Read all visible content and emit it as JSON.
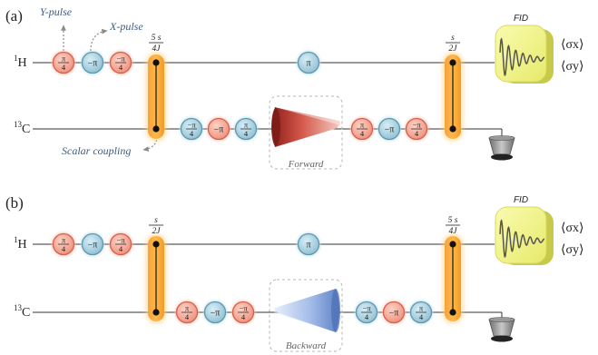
{
  "panels": [
    {
      "label": "(a)",
      "h_label": "1H",
      "c_label": "13C",
      "h_pulses": [
        "π/4",
        "−π",
        "−π/4"
      ],
      "h_mid_pulse": "π",
      "c_pulses_left": [
        "−π/4",
        "−π",
        "π/4"
      ],
      "c_pulses_right": [
        "π/4",
        "−π",
        "−π/4"
      ],
      "coupling_left": "5s/4J",
      "coupling_right": "s/2J",
      "cone_label": "Forward",
      "fid_label": "FID",
      "readout": [
        "⟨σx⟩",
        "⟨σy⟩"
      ]
    },
    {
      "label": "(b)",
      "h_label": "1H",
      "c_label": "13C",
      "h_pulses": [
        "π/4",
        "−π",
        "−π/4"
      ],
      "h_mid_pulse": "π",
      "c_pulses_left": [
        "π/4",
        "−π",
        "−π/4"
      ],
      "c_pulses_right": [
        "−π/4",
        "−π",
        "π/4"
      ],
      "coupling_left": "s/2J",
      "coupling_right": "5s/4J",
      "cone_label": "Backward",
      "fid_label": "FID",
      "readout": [
        "⟨σx⟩",
        "⟨σy⟩"
      ]
    }
  ],
  "annotations": {
    "y_pulse": "Y-pulse",
    "x_pulse": "X-pulse",
    "scalar_coupling": "Scalar coupling"
  },
  "colors": {
    "x_pulse": "#9ccbdc",
    "y_pulse": "#f3a392",
    "coupling_bar": "#f7a22c",
    "fid_box": "#eef07a",
    "forward_cone": "#c9443a",
    "backward_cone": "#7f9fd8"
  }
}
